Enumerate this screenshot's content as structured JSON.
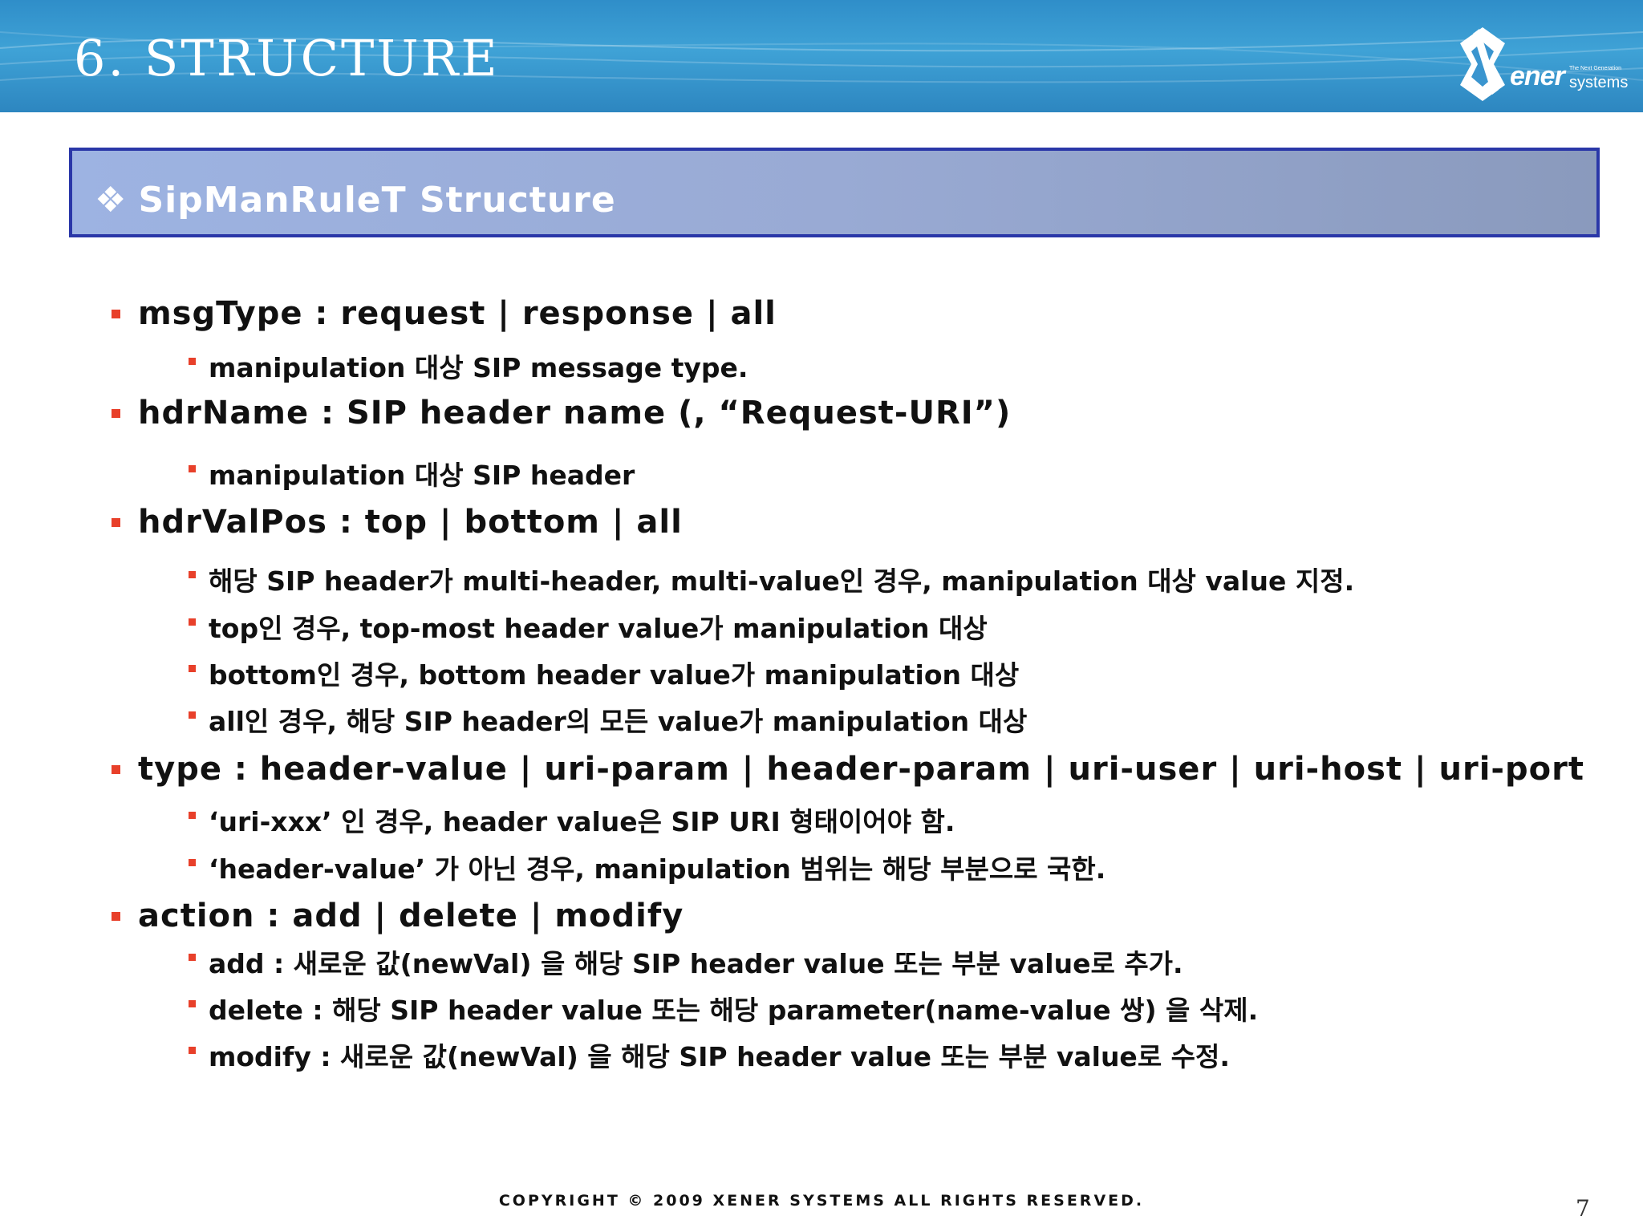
{
  "header": {
    "title": "6. STRUCTURE",
    "logo_word": "ener",
    "logo_sub": "systems",
    "logo_tag": "The Next Generation",
    "logo_icon": "xener-x-logo-icon"
  },
  "section": {
    "bullet_glyph": "❖",
    "title": "SipManRuleT Structure"
  },
  "items": [
    {
      "text": "msgType : request | response | all",
      "subs": [
        "manipulation 대상 SIP message type."
      ]
    },
    {
      "text": "hdrName : SIP header name (, “Request-URI”)",
      "subs": [
        "manipulation 대상 SIP header"
      ]
    },
    {
      "text": "hdrValPos : top | bottom | all",
      "subs": [
        "해당 SIP header가 multi-header, multi-value인 경우, manipulation 대상 value 지정.",
        "top인 경우, top-most header value가 manipulation 대상",
        "bottom인 경우, bottom header value가 manipulation 대상",
        "all인 경우, 해당 SIP header의 모든 value가 manipulation 대상"
      ]
    },
    {
      "text": "type : header-value | uri-param | header-param | uri-user | uri-host | uri-port",
      "subs": [
        "‘uri-xxx’ 인 경우, header value은 SIP URI 형태이어야 함.",
        "‘header-value’ 가 아닌 경우, manipulation 범위는 해당 부분으로 국한."
      ]
    },
    {
      "text": "action : add | delete | modify",
      "subs": [
        "add : 새로운 값(newVal) 을 해당 SIP header value 또는 부분 value로 추가.",
        "delete : 해당 SIP header value 또는 해당 parameter(name-value 쌍) 을 삭제.",
        "modify : 새로운 값(newVal) 을 해당 SIP header value 또는 부분 value로 수정."
      ]
    }
  ],
  "footer": {
    "copyright": "COPYRIGHT © 2009 XENER SYSTEMS ALL RIGHTS RESERVED.",
    "page_number": "7"
  },
  "colors": {
    "header_blue": "#3fa2d6",
    "section_border": "#2a37a8",
    "bullet_red": "#e8402a"
  }
}
